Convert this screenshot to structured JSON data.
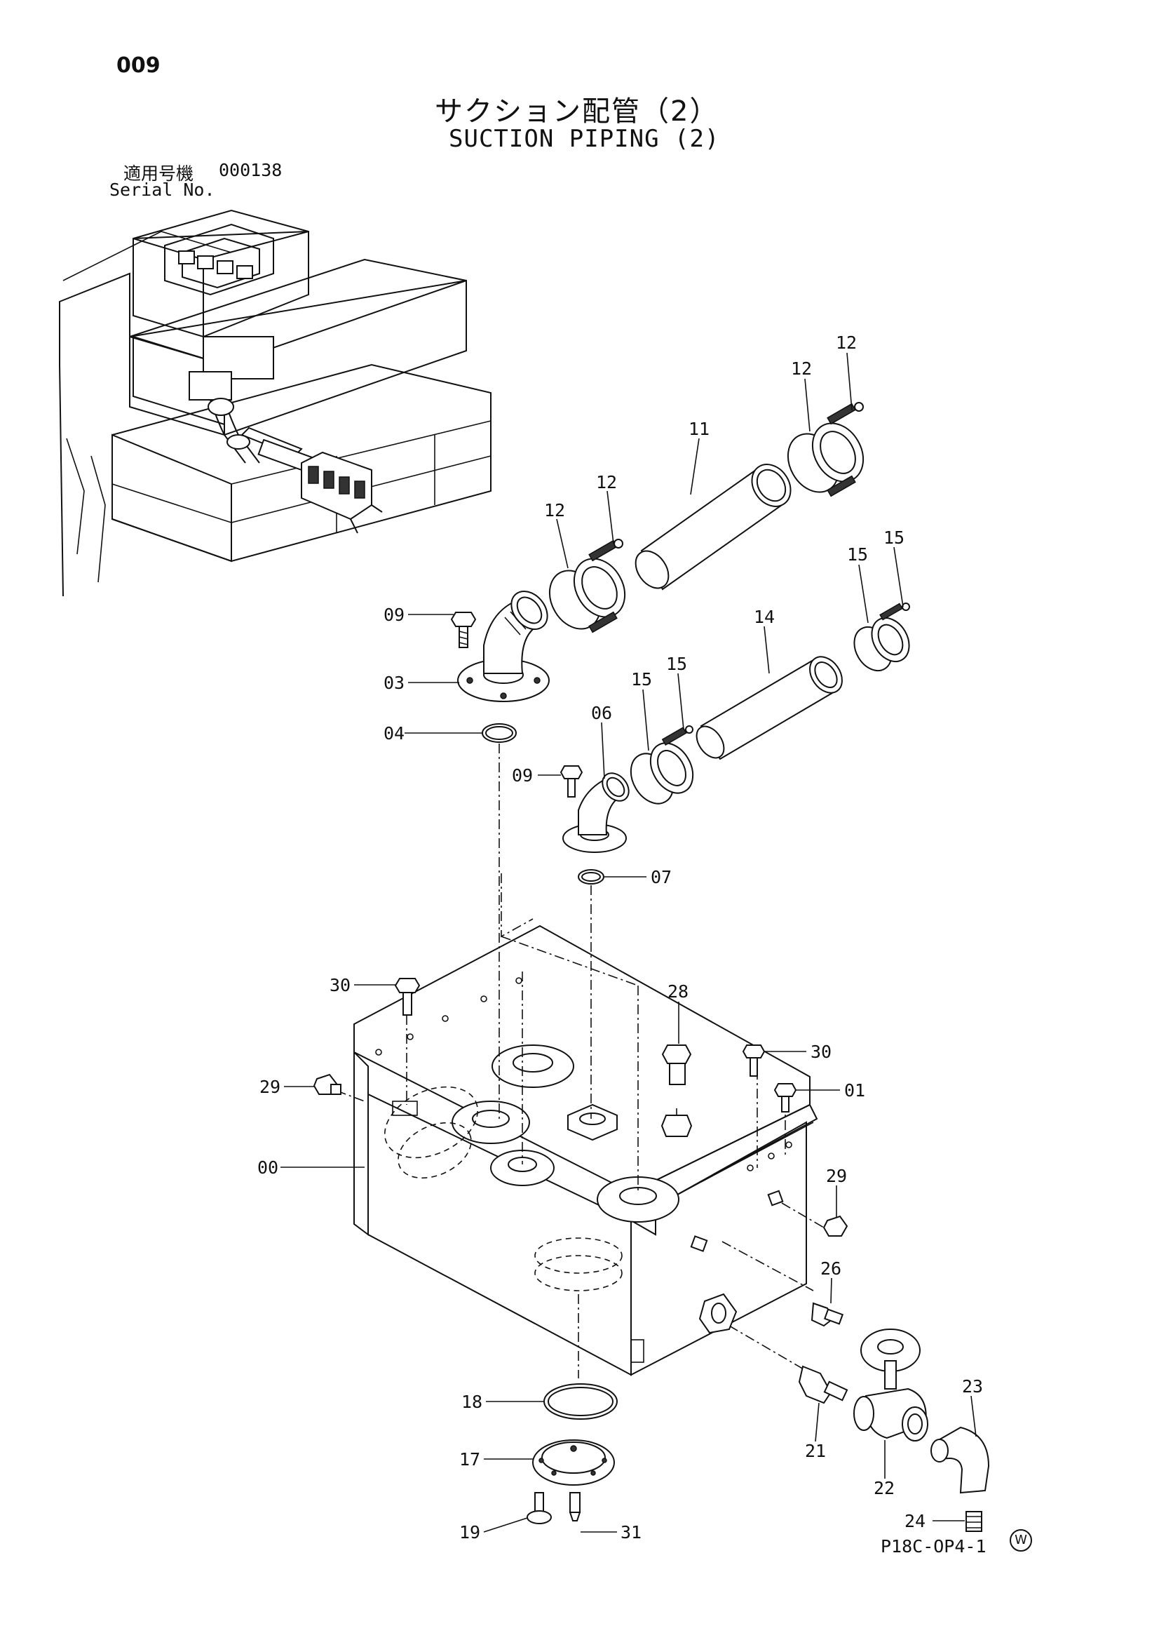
{
  "header": {
    "page_number": "009",
    "title_jp": "サクション配管（2）",
    "title_en": "SUCTION PIPING (2)",
    "serial_label_jp": "適用号機",
    "serial_value": "000138",
    "serial_label_en": "Serial No."
  },
  "footer": {
    "figure_code": "P18C-OP4-1",
    "watermark": "W"
  },
  "callouts": [
    "009"
  ],
  "parts": [
    {
      "key": "p12a",
      "number": "12"
    },
    {
      "key": "p12b",
      "number": "12"
    },
    {
      "key": "p11",
      "number": "11"
    },
    {
      "key": "p12c",
      "number": "12"
    },
    {
      "key": "p12d",
      "number": "12"
    },
    {
      "key": "p15a",
      "number": "15"
    },
    {
      "key": "p15b",
      "number": "15"
    },
    {
      "key": "p14",
      "number": "14"
    },
    {
      "key": "p09a",
      "number": "09"
    },
    {
      "key": "p03",
      "number": "03"
    },
    {
      "key": "p04",
      "number": "04"
    },
    {
      "key": "p15c",
      "number": "15"
    },
    {
      "key": "p15d",
      "number": "15"
    },
    {
      "key": "p06",
      "number": "06"
    },
    {
      "key": "p09b",
      "number": "09"
    },
    {
      "key": "p07",
      "number": "07"
    },
    {
      "key": "p30a",
      "number": "30"
    },
    {
      "key": "p28",
      "number": "28"
    },
    {
      "key": "p30b",
      "number": "30"
    },
    {
      "key": "p01",
      "number": "01"
    },
    {
      "key": "p29a",
      "number": "29"
    },
    {
      "key": "p00",
      "number": "00"
    },
    {
      "key": "p29b",
      "number": "29"
    },
    {
      "key": "p26",
      "number": "26"
    },
    {
      "key": "p23",
      "number": "23"
    },
    {
      "key": "p18",
      "number": "18"
    },
    {
      "key": "p21",
      "number": "21"
    },
    {
      "key": "p22",
      "number": "22"
    },
    {
      "key": "p17",
      "number": "17"
    },
    {
      "key": "p24",
      "number": "24"
    },
    {
      "key": "p19",
      "number": "19"
    },
    {
      "key": "p31",
      "number": "31"
    }
  ]
}
